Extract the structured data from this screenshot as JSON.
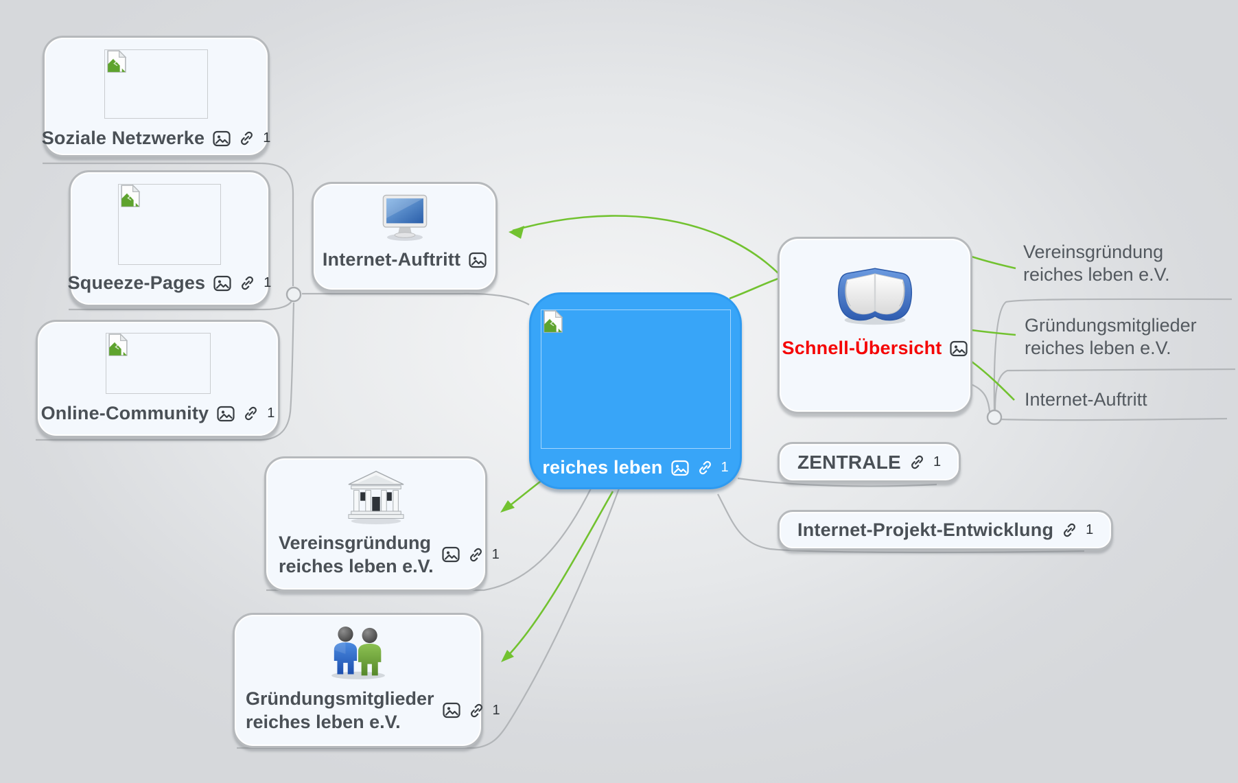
{
  "map": {
    "nodes": {
      "soziale_netzwerke": {
        "label": "Soziale Netzwerke",
        "link_count": "1"
      },
      "squeeze_pages": {
        "label": "Squeeze-Pages",
        "link_count": "1"
      },
      "online_community": {
        "label": "Online-Community",
        "link_count": "1"
      },
      "internet_auftritt": {
        "label": "Internet-Auftritt"
      },
      "root": {
        "label": "reiches leben",
        "link_count": "1"
      },
      "schnell_uebersicht": {
        "label": "Schnell-Übersicht"
      },
      "zentrale": {
        "label": "ZENTRALE",
        "link_count": "1"
      },
      "internet_projekt": {
        "label": "Internet-Projekt-Entwicklung",
        "link_count": "1"
      },
      "vereinsgruendung": {
        "line1": "Vereinsgründung",
        "line2": "reiches leben e.V.",
        "link_count": "1"
      },
      "gruendungsmitglieder": {
        "line1": "Gründungsmitglieder",
        "line2": "reiches leben e.V.",
        "link_count": "1"
      }
    },
    "subtopics": {
      "vereinsgruendung": {
        "line1": "Vereinsgründung",
        "line2": "reiches leben e.V."
      },
      "gruendungsmitglieder": {
        "line1": "Gründungsmitglieder",
        "line2": "reiches leben e.V."
      },
      "internet_auftritt": {
        "label": "Internet-Auftritt"
      }
    },
    "colors": {
      "root_blue": "#38a5f8",
      "branch_green": "#72c230",
      "line_gray": "#b2b5b8",
      "text_dark": "#4a5056",
      "text_red": "#f50505"
    }
  }
}
